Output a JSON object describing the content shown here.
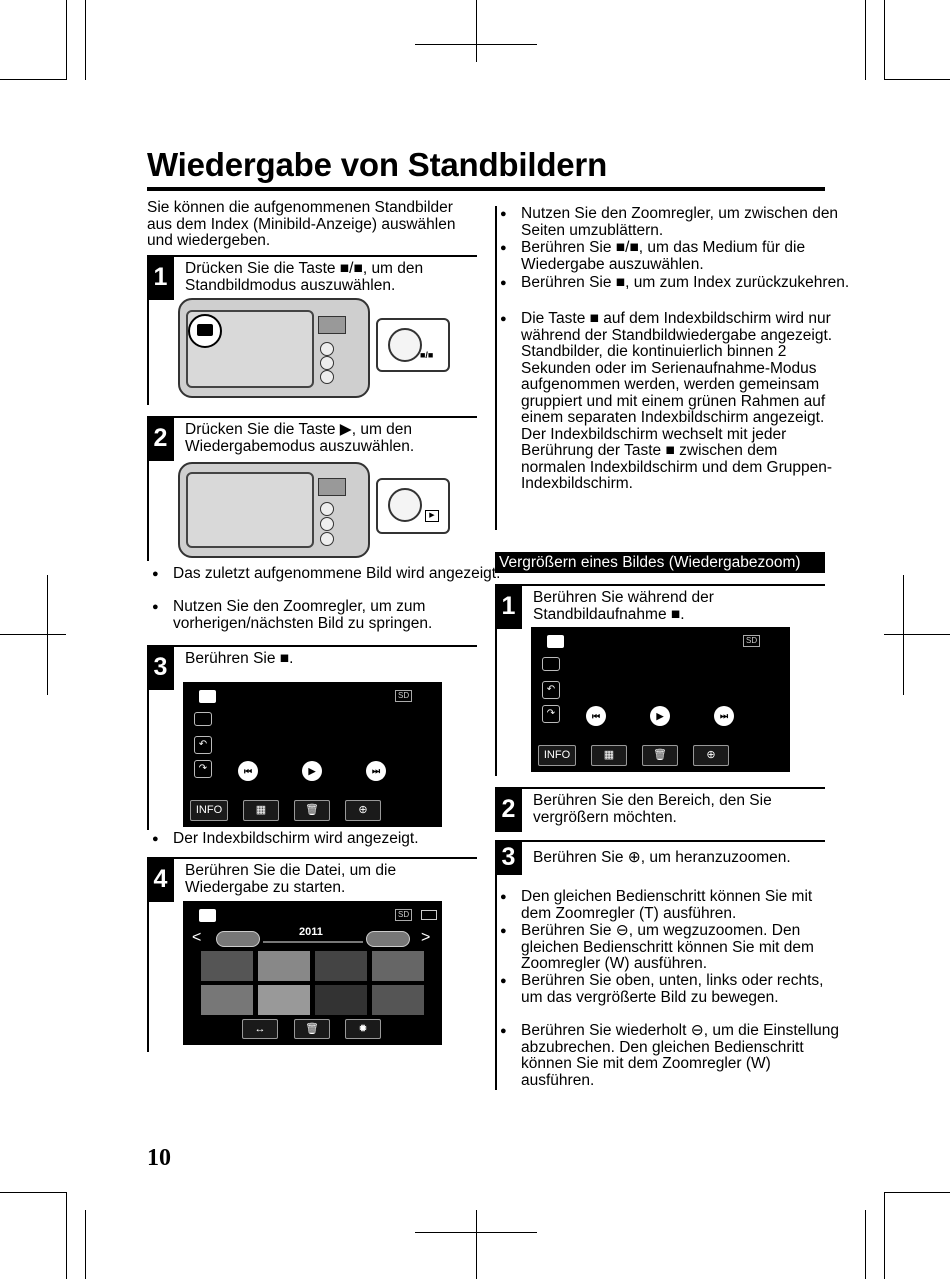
{
  "title": "Wiedergabe von Standbildern",
  "intro": "Sie können die aufgenommenen Standbilder aus dem Index (Minibild-Anzeige) auswählen und wiedergeben.",
  "left_steps": [
    {
      "num": "1",
      "text": "Drücken Sie die Taste ■/■, um den Standbildmodus auszuwählen."
    },
    {
      "num": "2",
      "text": "Drücken Sie die Taste ▶, um den Wiedergabemodus auszuwählen."
    },
    {
      "num": "3",
      "text": "Berühren Sie ■."
    },
    {
      "num": "4",
      "text": "Berühren Sie die Datei, um die Wiedergabe zu starten."
    }
  ],
  "step2_bullets": [
    "Das zuletzt aufgenommene Bild wird angezeigt.",
    "Nutzen Sie den Zoomregler, um zum vorherigen/nächsten Bild zu springen."
  ],
  "step3_bullet": "Der Indexbildschirm wird angezeigt.",
  "lcd": {
    "info_label": "INFO",
    "sd_label": "SD",
    "year": "2011"
  },
  "right_bullets": [
    "Nutzen Sie den Zoomregler, um zwischen den Seiten umzublättern.",
    "Berühren Sie ■/■, um das Medium für die Wiedergabe auszuwählen.",
    "Berühren Sie ■, um zum Index zurückzukehren.",
    "Die Taste ■ auf dem Indexbildschirm wird nur während der Standbildwiedergabe angezeigt. Standbilder, die kontinuierlich binnen 2 Sekunden oder im Serienaufnahme-Modus aufgenommen werden, werden gemeinsam gruppiert und mit einem grünen Rahmen auf einem separaten Indexbildschirm angezeigt. Der Indexbildschirm wechselt mit jeder Berührung der Taste ■ zwischen dem normalen Indexbildschirm und dem Gruppen-Indexbildschirm."
  ],
  "section_title": "Vergrößern eines Bildes (Wiedergabezoom)",
  "zoom_steps": [
    {
      "num": "1",
      "text": "Berühren Sie während der Standbildaufnahme ■."
    },
    {
      "num": "2",
      "text": "Berühren Sie den Bereich, den Sie vergrößern möchten."
    },
    {
      "num": "3",
      "text": "Berühren Sie ⊕, um heranzuzoomen."
    }
  ],
  "zoom_bullets": [
    "Den gleichen Bedienschritt können Sie mit dem Zoomregler (T) ausführen.",
    "Berühren Sie ⊖, um wegzuzoomen. Den gleichen Bedienschritt können Sie mit dem Zoomregler (W) ausführen.",
    "Berühren Sie oben, unten, links oder rechts, um das vergrößerte Bild zu bewegen.",
    "Berühren Sie wiederholt ⊖, um die Einstellung abzubrechen. Den gleichen Bedienschritt können Sie mit dem Zoomregler (W) ausführen."
  ],
  "page_number": "10"
}
